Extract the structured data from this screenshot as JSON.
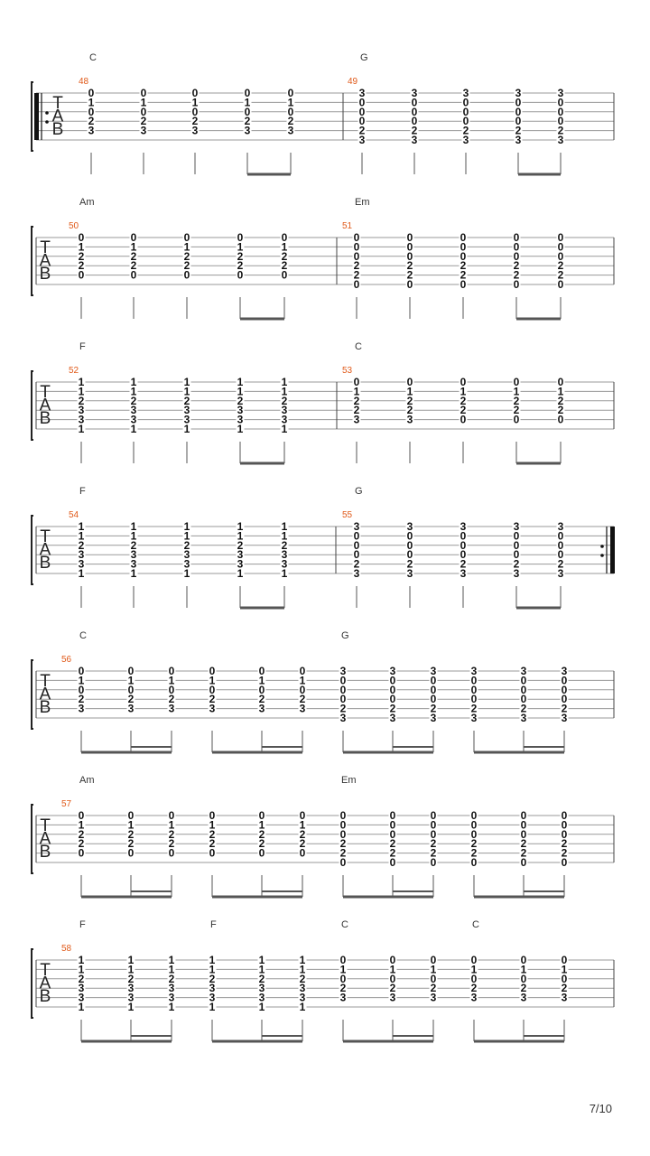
{
  "page": {
    "number": "7/10"
  },
  "tab_clef": {
    "t": "T",
    "a": "A",
    "b": "B"
  },
  "systems": [
    {
      "measures": [
        {
          "number": "48",
          "chords": [
            {
              "name": "C",
              "beat": 0
            }
          ],
          "rhythm": "q4e2",
          "beats": [
            [
              "0",
              "1",
              "0",
              "2",
              "3",
              ""
            ],
            [
              "0",
              "1",
              "0",
              "2",
              "3",
              ""
            ],
            [
              "0",
              "1",
              "0",
              "2",
              "3",
              ""
            ],
            [
              "0",
              "1",
              "0",
              "2",
              "3",
              ""
            ],
            [
              "0",
              "1",
              "0",
              "2",
              "3",
              ""
            ]
          ]
        },
        {
          "number": "49",
          "chords": [
            {
              "name": "G",
              "beat": 0
            }
          ],
          "rhythm": "q4e2",
          "beats": [
            [
              "3",
              "0",
              "0",
              "0",
              "2",
              "3"
            ],
            [
              "3",
              "0",
              "0",
              "0",
              "2",
              "3"
            ],
            [
              "3",
              "0",
              "0",
              "0",
              "2",
              "3"
            ],
            [
              "3",
              "0",
              "0",
              "0",
              "2",
              "3"
            ],
            [
              "3",
              "0",
              "0",
              "0",
              "2",
              "3"
            ]
          ]
        }
      ]
    },
    {
      "measures": [
        {
          "number": "50",
          "chords": [
            {
              "name": "Am",
              "beat": 0
            }
          ],
          "rhythm": "q4e2",
          "beats": [
            [
              "0",
              "1",
              "2",
              "2",
              "0",
              ""
            ],
            [
              "0",
              "1",
              "2",
              "2",
              "0",
              ""
            ],
            [
              "0",
              "1",
              "2",
              "2",
              "0",
              ""
            ],
            [
              "0",
              "1",
              "2",
              "2",
              "0",
              ""
            ],
            [
              "0",
              "1",
              "2",
              "2",
              "0",
              ""
            ]
          ]
        },
        {
          "number": "51",
          "chords": [
            {
              "name": "Em",
              "beat": 0
            }
          ],
          "rhythm": "q4e2",
          "beats": [
            [
              "0",
              "0",
              "0",
              "2",
              "2",
              "0"
            ],
            [
              "0",
              "0",
              "0",
              "2",
              "2",
              "0"
            ],
            [
              "0",
              "0",
              "0",
              "2",
              "2",
              "0"
            ],
            [
              "0",
              "0",
              "0",
              "2",
              "2",
              "0"
            ],
            [
              "0",
              "0",
              "0",
              "2",
              "2",
              "0"
            ]
          ]
        }
      ]
    },
    {
      "measures": [
        {
          "number": "52",
          "chords": [
            {
              "name": "F",
              "beat": 0
            }
          ],
          "rhythm": "q4e2",
          "beats": [
            [
              "1",
              "1",
              "2",
              "3",
              "3",
              "1"
            ],
            [
              "1",
              "1",
              "2",
              "3",
              "3",
              "1"
            ],
            [
              "1",
              "1",
              "2",
              "3",
              "3",
              "1"
            ],
            [
              "1",
              "1",
              "2",
              "3",
              "3",
              "1"
            ],
            [
              "1",
              "1",
              "2",
              "3",
              "3",
              "1"
            ]
          ]
        },
        {
          "number": "53",
          "chords": [
            {
              "name": "C",
              "beat": 0
            }
          ],
          "rhythm": "q4e2",
          "beats": [
            [
              "0",
              "1",
              "2",
              "2",
              "3",
              ""
            ],
            [
              "0",
              "1",
              "2",
              "2",
              "3",
              ""
            ],
            [
              "0",
              "1",
              "2",
              "2",
              "0",
              ""
            ],
            [
              "0",
              "1",
              "2",
              "2",
              "0",
              ""
            ],
            [
              "0",
              "1",
              "2",
              "2",
              "0",
              ""
            ]
          ]
        }
      ]
    },
    {
      "measures": [
        {
          "number": "54",
          "chords": [
            {
              "name": "F",
              "beat": 0
            }
          ],
          "rhythm": "q4e2",
          "beats": [
            [
              "1",
              "1",
              "2",
              "3",
              "3",
              "1"
            ],
            [
              "1",
              "1",
              "2",
              "3",
              "3",
              "1"
            ],
            [
              "1",
              "1",
              "2",
              "3",
              "3",
              "1"
            ],
            [
              "1",
              "1",
              "2",
              "3",
              "3",
              "1"
            ],
            [
              "1",
              "1",
              "2",
              "3",
              "3",
              "1"
            ]
          ]
        },
        {
          "number": "55",
          "chords": [
            {
              "name": "G",
              "beat": 0
            }
          ],
          "rhythm": "q4e2",
          "beats": [
            [
              "3",
              "0",
              "0",
              "0",
              "2",
              "3"
            ],
            [
              "3",
              "0",
              "0",
              "0",
              "2",
              "3"
            ],
            [
              "3",
              "0",
              "0",
              "0",
              "2",
              "3"
            ],
            [
              "3",
              "0",
              "0",
              "0",
              "2",
              "3"
            ],
            [
              "3",
              "0",
              "0",
              "0",
              "2",
              "3"
            ]
          ]
        }
      ]
    },
    {
      "measures": [
        {
          "number": "56",
          "chords": [
            {
              "name": "C",
              "beat": 0
            },
            {
              "name": "G",
              "beat": 6
            }
          ],
          "rhythm": "e16x4",
          "beats": [
            [
              "0",
              "1",
              "0",
              "2",
              "3",
              ""
            ],
            [
              "0",
              "1",
              "0",
              "2",
              "3",
              ""
            ],
            [
              "0",
              "1",
              "0",
              "2",
              "3",
              ""
            ],
            [
              "0",
              "1",
              "0",
              "2",
              "3",
              ""
            ],
            [
              "0",
              "1",
              "0",
              "2",
              "3",
              ""
            ],
            [
              "0",
              "1",
              "0",
              "2",
              "3",
              ""
            ],
            [
              "3",
              "0",
              "0",
              "0",
              "2",
              "3"
            ],
            [
              "3",
              "0",
              "0",
              "0",
              "2",
              "3"
            ],
            [
              "3",
              "0",
              "0",
              "0",
              "2",
              "3"
            ],
            [
              "3",
              "0",
              "0",
              "0",
              "2",
              "3"
            ],
            [
              "3",
              "0",
              "0",
              "0",
              "2",
              "3"
            ],
            [
              "3",
              "0",
              "0",
              "0",
              "2",
              "3"
            ]
          ]
        }
      ]
    },
    {
      "measures": [
        {
          "number": "57",
          "chords": [
            {
              "name": "Am",
              "beat": 0
            },
            {
              "name": "Em",
              "beat": 6
            }
          ],
          "rhythm": "e16x4",
          "beats": [
            [
              "0",
              "1",
              "2",
              "2",
              "0",
              ""
            ],
            [
              "0",
              "1",
              "2",
              "2",
              "0",
              ""
            ],
            [
              "0",
              "1",
              "2",
              "2",
              "0",
              ""
            ],
            [
              "0",
              "1",
              "2",
              "2",
              "0",
              ""
            ],
            [
              "0",
              "1",
              "2",
              "2",
              "0",
              ""
            ],
            [
              "0",
              "1",
              "2",
              "2",
              "0",
              ""
            ],
            [
              "0",
              "0",
              "0",
              "2",
              "2",
              "0"
            ],
            [
              "0",
              "0",
              "0",
              "2",
              "2",
              "0"
            ],
            [
              "0",
              "0",
              "0",
              "2",
              "2",
              "0"
            ],
            [
              "0",
              "0",
              "0",
              "2",
              "2",
              "0"
            ],
            [
              "0",
              "0",
              "0",
              "2",
              "2",
              "0"
            ],
            [
              "0",
              "0",
              "0",
              "2",
              "2",
              "0"
            ]
          ]
        }
      ]
    },
    {
      "measures": [
        {
          "number": "58",
          "chords": [
            {
              "name": "F",
              "beat": 0
            },
            {
              "name": "F",
              "beat": 3
            },
            {
              "name": "C",
              "beat": 6
            },
            {
              "name": "C",
              "beat": 9
            }
          ],
          "rhythm": "e16x4",
          "beats": [
            [
              "1",
              "1",
              "2",
              "3",
              "3",
              "1"
            ],
            [
              "1",
              "1",
              "2",
              "3",
              "3",
              "1"
            ],
            [
              "1",
              "1",
              "2",
              "3",
              "3",
              "1"
            ],
            [
              "1",
              "1",
              "2",
              "3",
              "3",
              "1"
            ],
            [
              "1",
              "1",
              "2",
              "3",
              "3",
              "1"
            ],
            [
              "1",
              "1",
              "2",
              "3",
              "3",
              "1"
            ],
            [
              "0",
              "1",
              "0",
              "2",
              "3",
              ""
            ],
            [
              "0",
              "1",
              "0",
              "2",
              "3",
              ""
            ],
            [
              "0",
              "1",
              "0",
              "2",
              "3",
              ""
            ],
            [
              "0",
              "1",
              "0",
              "2",
              "3",
              ""
            ],
            [
              "0",
              "1",
              "0",
              "2",
              "3",
              ""
            ],
            [
              "0",
              "1",
              "0",
              "2",
              "3",
              ""
            ]
          ]
        }
      ]
    }
  ]
}
